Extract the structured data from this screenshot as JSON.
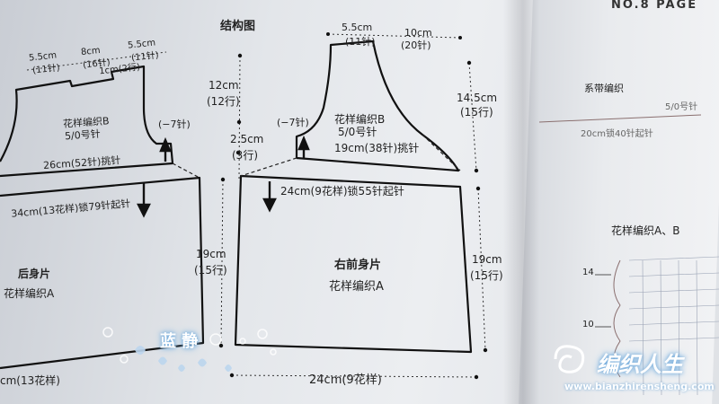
{
  "header": {
    "diagram_title": "结构图",
    "right_page_header": "NO.8 PAGE"
  },
  "back_piece": {
    "name": "后身片",
    "pattern": "花样编织A",
    "top_dims": [
      "5.5cm",
      "(11针)",
      "8cm",
      "(16针)",
      "5.5cm",
      "(11针)"
    ],
    "neck_dim": "1cm(2行)",
    "pattern_b": "花样编织B",
    "needle": "5/0号针",
    "decrease": "(−7针)",
    "pickup": "26cm(52针)挑针",
    "chain": "34cm(13花样)锁79针起针",
    "bottom": "cm(13花样)"
  },
  "middle_dims": {
    "yoke_cm": "12cm",
    "yoke_rows": "(12行)",
    "band_cm": "2.5cm",
    "band_rows": "(3行)",
    "body_cm": "19cm",
    "body_rows": "(15行)"
  },
  "front_piece": {
    "name": "右前身片",
    "pattern": "花样编织A",
    "top_width": "5.5cm",
    "top_sts": "(11针)",
    "right_width": "10cm",
    "right_sts": "(20针)",
    "pattern_b": "花样编织B",
    "needle": "5/0号针",
    "decrease": "(−7针)",
    "pickup": "19cm(38针)挑针",
    "chain": "24cm(9花样)锁55针起针",
    "side_cm": "14.5cm",
    "side_rows": "(15行)",
    "body_cm": "19cm",
    "body_rows": "(15行)",
    "bottom": "24cm(9花样)"
  },
  "right_page": {
    "tie_title": "系带编织",
    "tie_small": "5/0号针",
    "tie_chain": "20cm锁40针起针",
    "chart_title": "花样编织A、B",
    "row_14": "14",
    "row_10": "10"
  },
  "watermark": {
    "name": "蓝 静",
    "site_cn": "编织人生",
    "site_url": "www.bianzhirensheng.com"
  }
}
